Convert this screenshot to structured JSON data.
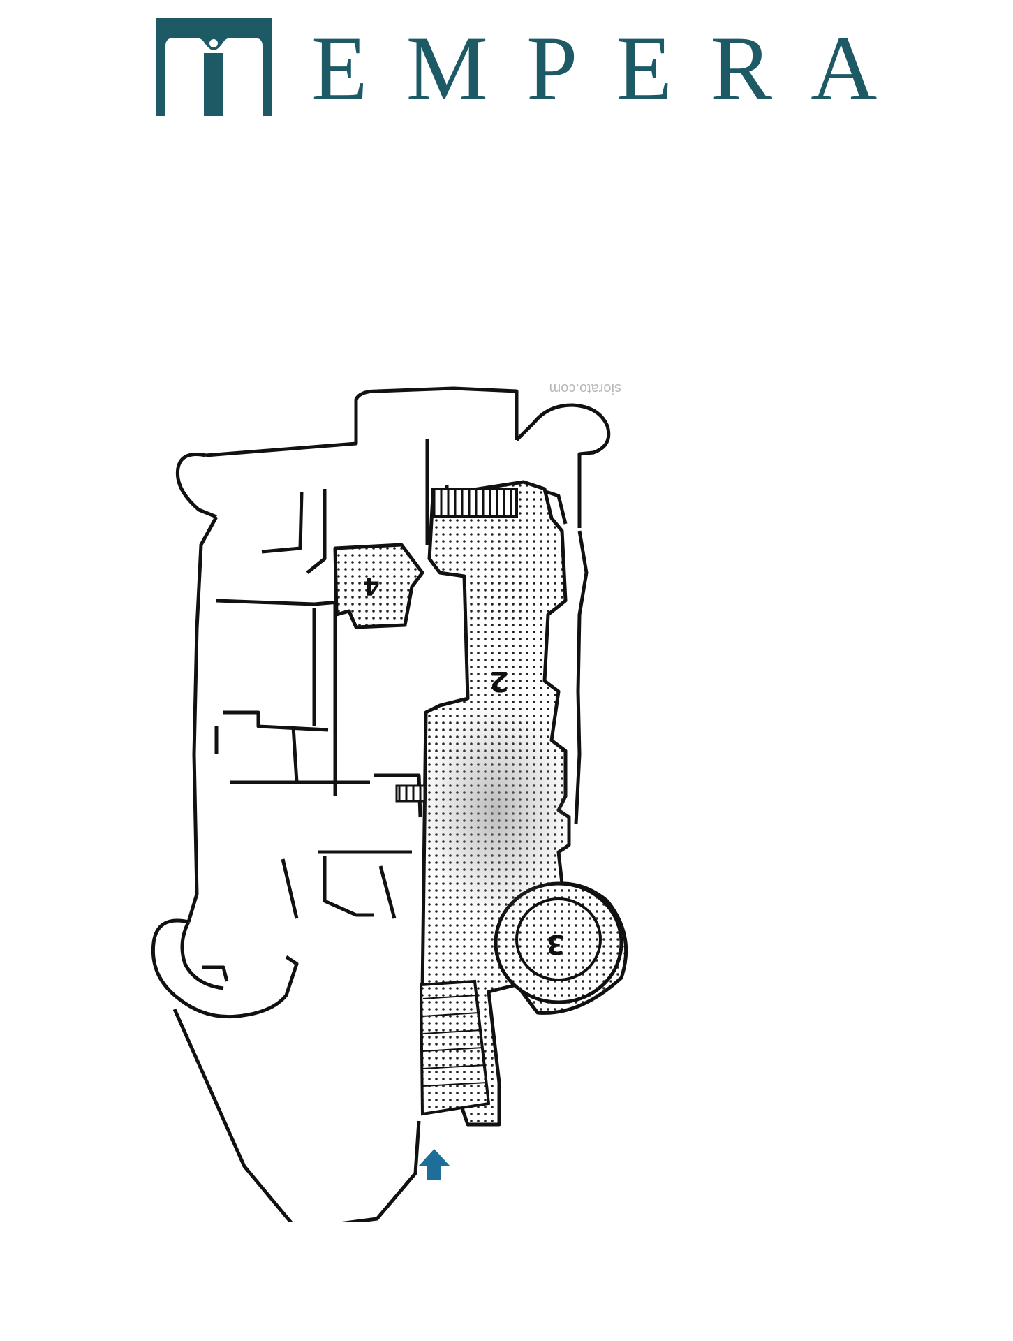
{
  "brand": {
    "name": "EMPERA",
    "color": "#1d5a66",
    "logo_icon": "arch-columns-icon"
  },
  "floor_plan": {
    "watermark": "siorato.com",
    "room_labels": [
      "4",
      "2",
      "3"
    ],
    "entrance_icon": "entrance-arrow-icon",
    "entrance_color": "#1d6f9a",
    "highlight_pattern": "dotted"
  }
}
